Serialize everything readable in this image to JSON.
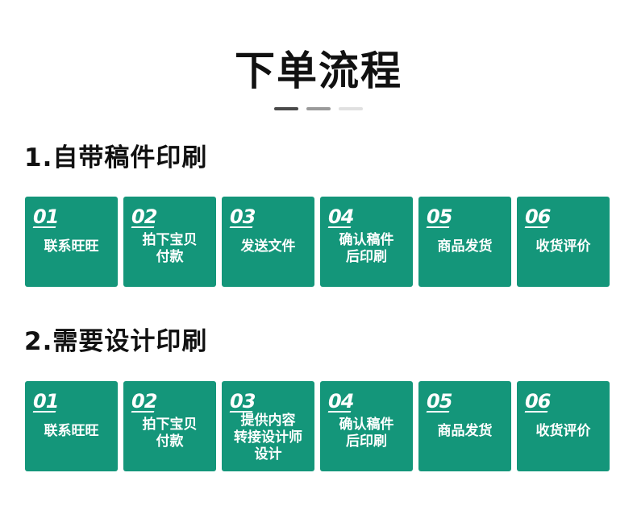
{
  "title": "下单流程",
  "sections": [
    {
      "heading": "1.自带稿件印刷",
      "steps": [
        {
          "number": "01",
          "lines": [
            "联系旺旺"
          ]
        },
        {
          "number": "02",
          "lines": [
            "拍下宝贝",
            "付款"
          ]
        },
        {
          "number": "03",
          "lines": [
            "发送文件"
          ]
        },
        {
          "number": "04",
          "lines": [
            "确认稿件",
            "后印刷"
          ]
        },
        {
          "number": "05",
          "lines": [
            "商品发货"
          ]
        },
        {
          "number": "06",
          "lines": [
            "收货评价"
          ]
        }
      ]
    },
    {
      "heading": "2.需要设计印刷",
      "steps": [
        {
          "number": "01",
          "lines": [
            "联系旺旺"
          ]
        },
        {
          "number": "02",
          "lines": [
            "拍下宝贝",
            "付款"
          ]
        },
        {
          "number": "03",
          "lines": [
            "提供内容",
            "转接设计师",
            "设计"
          ]
        },
        {
          "number": "04",
          "lines": [
            "确认稿件",
            "后印刷"
          ]
        },
        {
          "number": "05",
          "lines": [
            "商品发货"
          ]
        },
        {
          "number": "06",
          "lines": [
            "收货评价"
          ]
        }
      ]
    }
  ],
  "colors": {
    "card_background": "#14967a",
    "card_text": "#ffffff",
    "heading_text": "#111111",
    "dash_dark": "#4a4a4a",
    "dash_mid": "#9a9a9a",
    "dash_light": "#e0e0e0"
  }
}
